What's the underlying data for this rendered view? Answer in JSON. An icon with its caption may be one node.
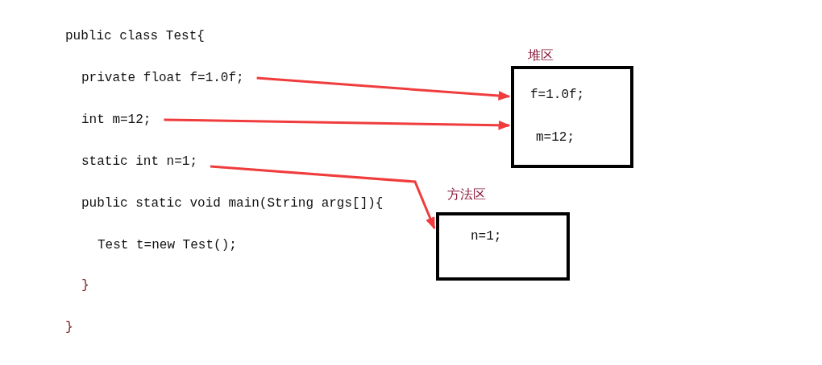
{
  "diagram": {
    "nodes": [
      {
        "text": [
          "private float f=1.0f;"
        ]
      },
      {
        "text": [
          "int m=12;"
        ]
      },
      {
        "text": [
          "static int n=1;"
        ]
      },
      {
        "text": [
          "堆区",
          "f=1.0f;",
          "m=12;"
        ]
      },
      {
        "text": [
          "方法区",
          "n=1;"
        ]
      }
    ],
    "edges": [
      {
        "from": 0,
        "to": 3,
        "arrow": "to"
      },
      {
        "from": 1,
        "to": 3,
        "arrow": "to"
      },
      {
        "from": 2,
        "to": 4,
        "arrow": "to"
      }
    ],
    "labels": [
      "public class Test{",
      "public static void main(String args[]){",
      "Test t=new Test();",
      "}",
      "}"
    ]
  }
}
